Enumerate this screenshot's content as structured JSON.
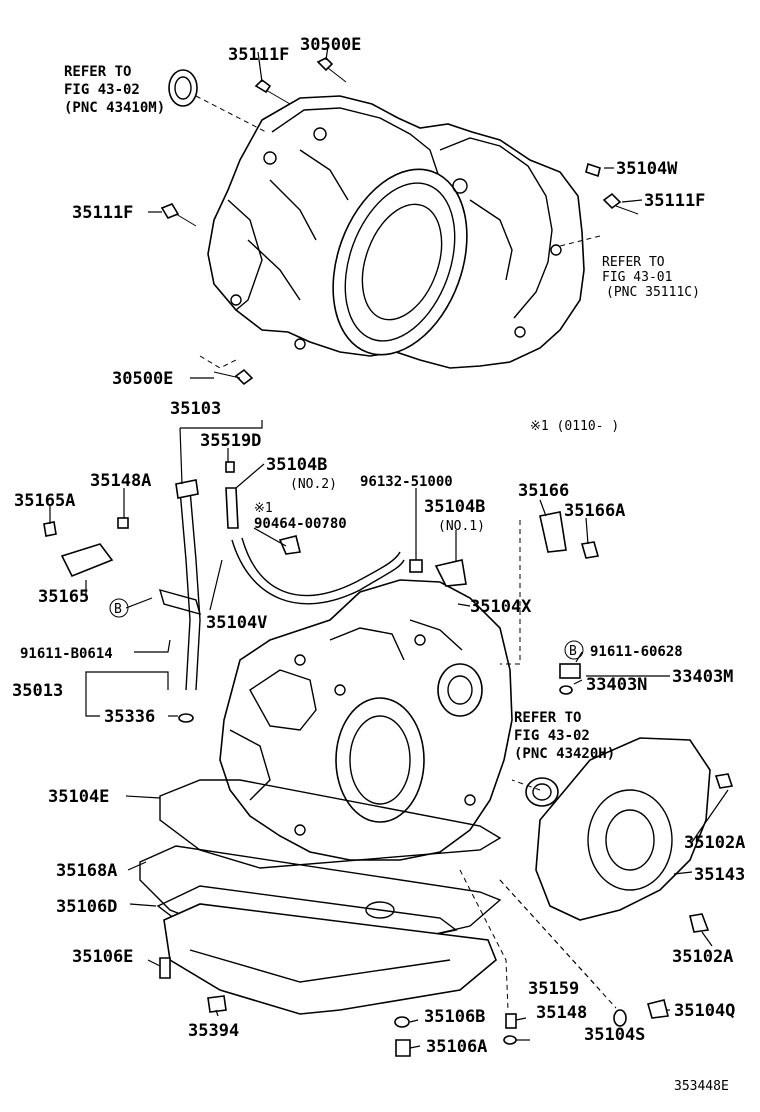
{
  "labels": {
    "p35111F_top": "35111F",
    "p30500E_top": "30500E",
    "refer1_l1": "REFER TO",
    "refer1_l2": "FIG 43-02",
    "refer1_l3": "(PNC 43410M)",
    "p35104W": "35104W",
    "p35111F_right": "35111F",
    "p35111F_left": "35111F",
    "refer2_l1": "REFER TO",
    "refer2_l2": "FIG 43-01",
    "refer2_l3": "(PNC 35111C)",
    "p30500E_bottom": "30500E",
    "p35103": "35103",
    "p35519D": "35519D",
    "note_range": "※1 (0110-     )",
    "p35148A": "35148A",
    "p35104B_no2": "35104B",
    "no2": "(NO.2)",
    "p96132": "96132-51000",
    "p35166": "35166",
    "p35165A": "35165A",
    "note_mark": "※1",
    "p90464": "90464-00780",
    "p35104B_no1": "35104B",
    "no1": "(NO.1)",
    "p35166A": "35166A",
    "p35165": "35165",
    "p35104V": "35104V",
    "p35104X": "35104X",
    "circB": "B",
    "p91611B0614": "91611-B0614",
    "p91611_60628": "91611-60628",
    "p35013": "35013",
    "p33403N": "33403N",
    "p33403M": "33403M",
    "p35336": "35336",
    "refer3_l1": "REFER TO",
    "refer3_l2": "FIG 43-02",
    "refer3_l3": "(PNC 43420H)",
    "p35104E": "35104E",
    "p35102A_top": "35102A",
    "p35168A": "35168A",
    "p35143": "35143",
    "p35106D": "35106D",
    "p35102A_bottom": "35102A",
    "p35106E": "35106E",
    "p35159": "35159",
    "p35148": "35148",
    "p35104Q": "35104Q",
    "p35394": "35394",
    "p35106B": "35106B",
    "p35104S": "35104S",
    "p35106A": "35106A",
    "figcode": "353448E"
  }
}
